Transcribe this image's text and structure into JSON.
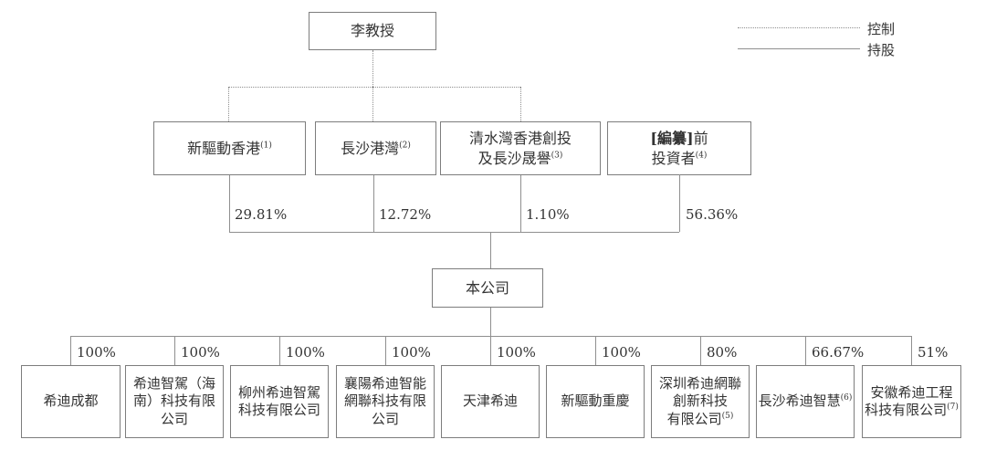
{
  "legend": {
    "control_label": "控制",
    "holding_label": "持股"
  },
  "diagram": {
    "root": {
      "name": "李教授"
    },
    "company": {
      "name": "本公司"
    },
    "shareholders": [
      {
        "name": "新驅動香港",
        "sup": "(1)",
        "pct": "29.81%"
      },
      {
        "name": "長沙港灣",
        "sup": "(2)",
        "pct": "12.72%"
      },
      {
        "name": "清水灣香港創投\n及長沙晟譽",
        "sup": "(3)",
        "pct": "1.10%"
      },
      {
        "bold": "[編纂]",
        "name": "前\n投資者",
        "sup": "(4)",
        "pct": "56.36%"
      }
    ],
    "subsidiaries": [
      {
        "name": "希迪成都",
        "pct": "100%"
      },
      {
        "name": "希迪智駕（海\n南）科技有限\n公司",
        "pct": "100%"
      },
      {
        "name": "柳州希迪智駕\n科技有限公司",
        "pct": "100%"
      },
      {
        "name": "襄陽希迪智能\n網聯科技有限\n公司",
        "pct": "100%"
      },
      {
        "name": "天津希迪",
        "pct": "100%"
      },
      {
        "name": "新驅動重慶",
        "pct": "100%"
      },
      {
        "name": "深圳希迪網聯\n創新科技\n有限公司",
        "sup": "(5)",
        "pct": "80%"
      },
      {
        "name": "長沙希迪智慧",
        "sup": "(6)",
        "pct": "66.67%"
      },
      {
        "name": "安徽希迪工程\n科技有限公司",
        "sup": "(7)",
        "pct": "51%"
      }
    ],
    "colors": {
      "line": "#8f8f8f",
      "border": "#7d7d7d",
      "text": "#333333"
    }
  }
}
